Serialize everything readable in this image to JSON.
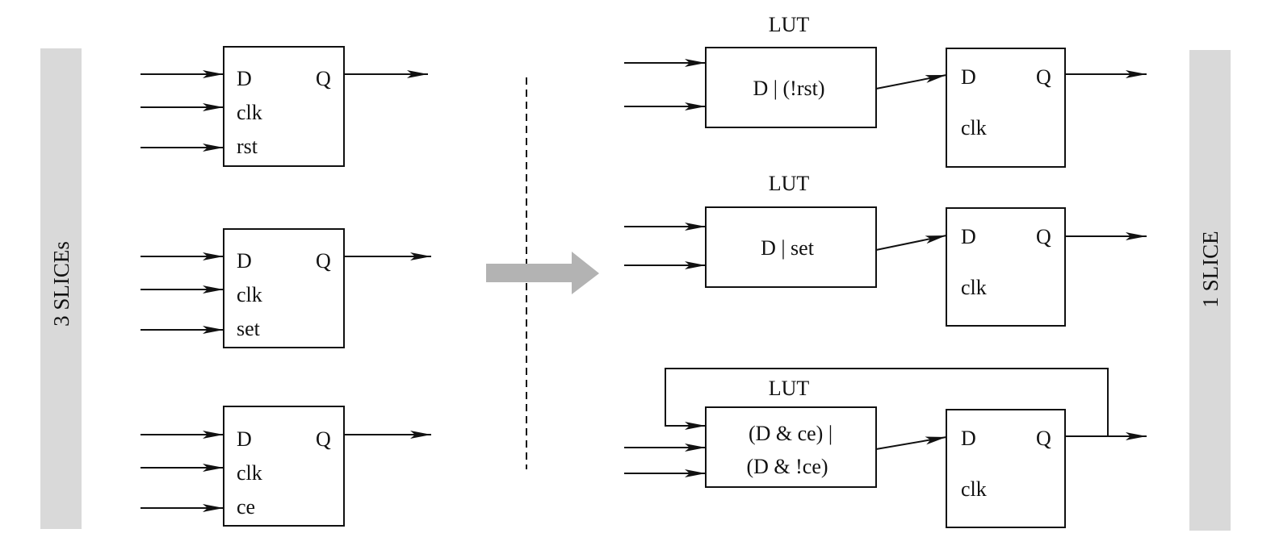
{
  "left_bar": {
    "label": "3 SLICEs"
  },
  "right_bar": {
    "label": "1 SLICE"
  },
  "before": {
    "flipflops": [
      {
        "port_d": "D",
        "port_clk": "clk",
        "port_ctrl": "rst",
        "port_q": "Q"
      },
      {
        "port_d": "D",
        "port_clk": "clk",
        "port_ctrl": "set",
        "port_q": "Q"
      },
      {
        "port_d": "D",
        "port_clk": "clk",
        "port_ctrl": "ce",
        "port_q": "Q"
      }
    ]
  },
  "after": {
    "luts": [
      {
        "title": "LUT",
        "function_lines": [
          "D | (!rst)"
        ]
      },
      {
        "title": "LUT",
        "function_lines": [
          "D | set"
        ]
      },
      {
        "title": "LUT",
        "function_lines": [
          "(D & ce) |",
          "(D & !ce)"
        ]
      }
    ],
    "flipflops": [
      {
        "port_d": "D",
        "port_clk": "clk",
        "port_q": "Q"
      },
      {
        "port_d": "D",
        "port_clk": "clk",
        "port_q": "Q"
      },
      {
        "port_d": "D",
        "port_clk": "clk",
        "port_q": "Q"
      }
    ]
  },
  "colors": {
    "bar": "#d9d9d9",
    "arrow": "#b3b3b3",
    "line": "#111111"
  }
}
